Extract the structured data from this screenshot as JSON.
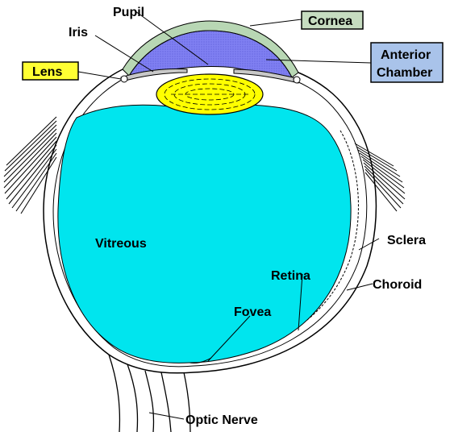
{
  "labels": {
    "pupil": "Pupil",
    "iris": "Iris",
    "lens": "Lens",
    "cornea": "Cornea",
    "anterior_line1": "Anterior",
    "anterior_line2": "Chamber",
    "vitreous": "Vitreous",
    "sclera": "Sclera",
    "retina": "Retina",
    "choroid": "Choroid",
    "fovea": "Fovea",
    "optic_nerve": "Optic Nerve"
  },
  "colors": {
    "vitreous": "#00e5ee",
    "lens": "#ffff00",
    "cornea": "#b8d7b4",
    "anterior_chamber": "#7d7df0",
    "lens_box": "#ffff33",
    "cornea_box": "#c6dcc0",
    "anterior_box": "#a9c3ea"
  }
}
